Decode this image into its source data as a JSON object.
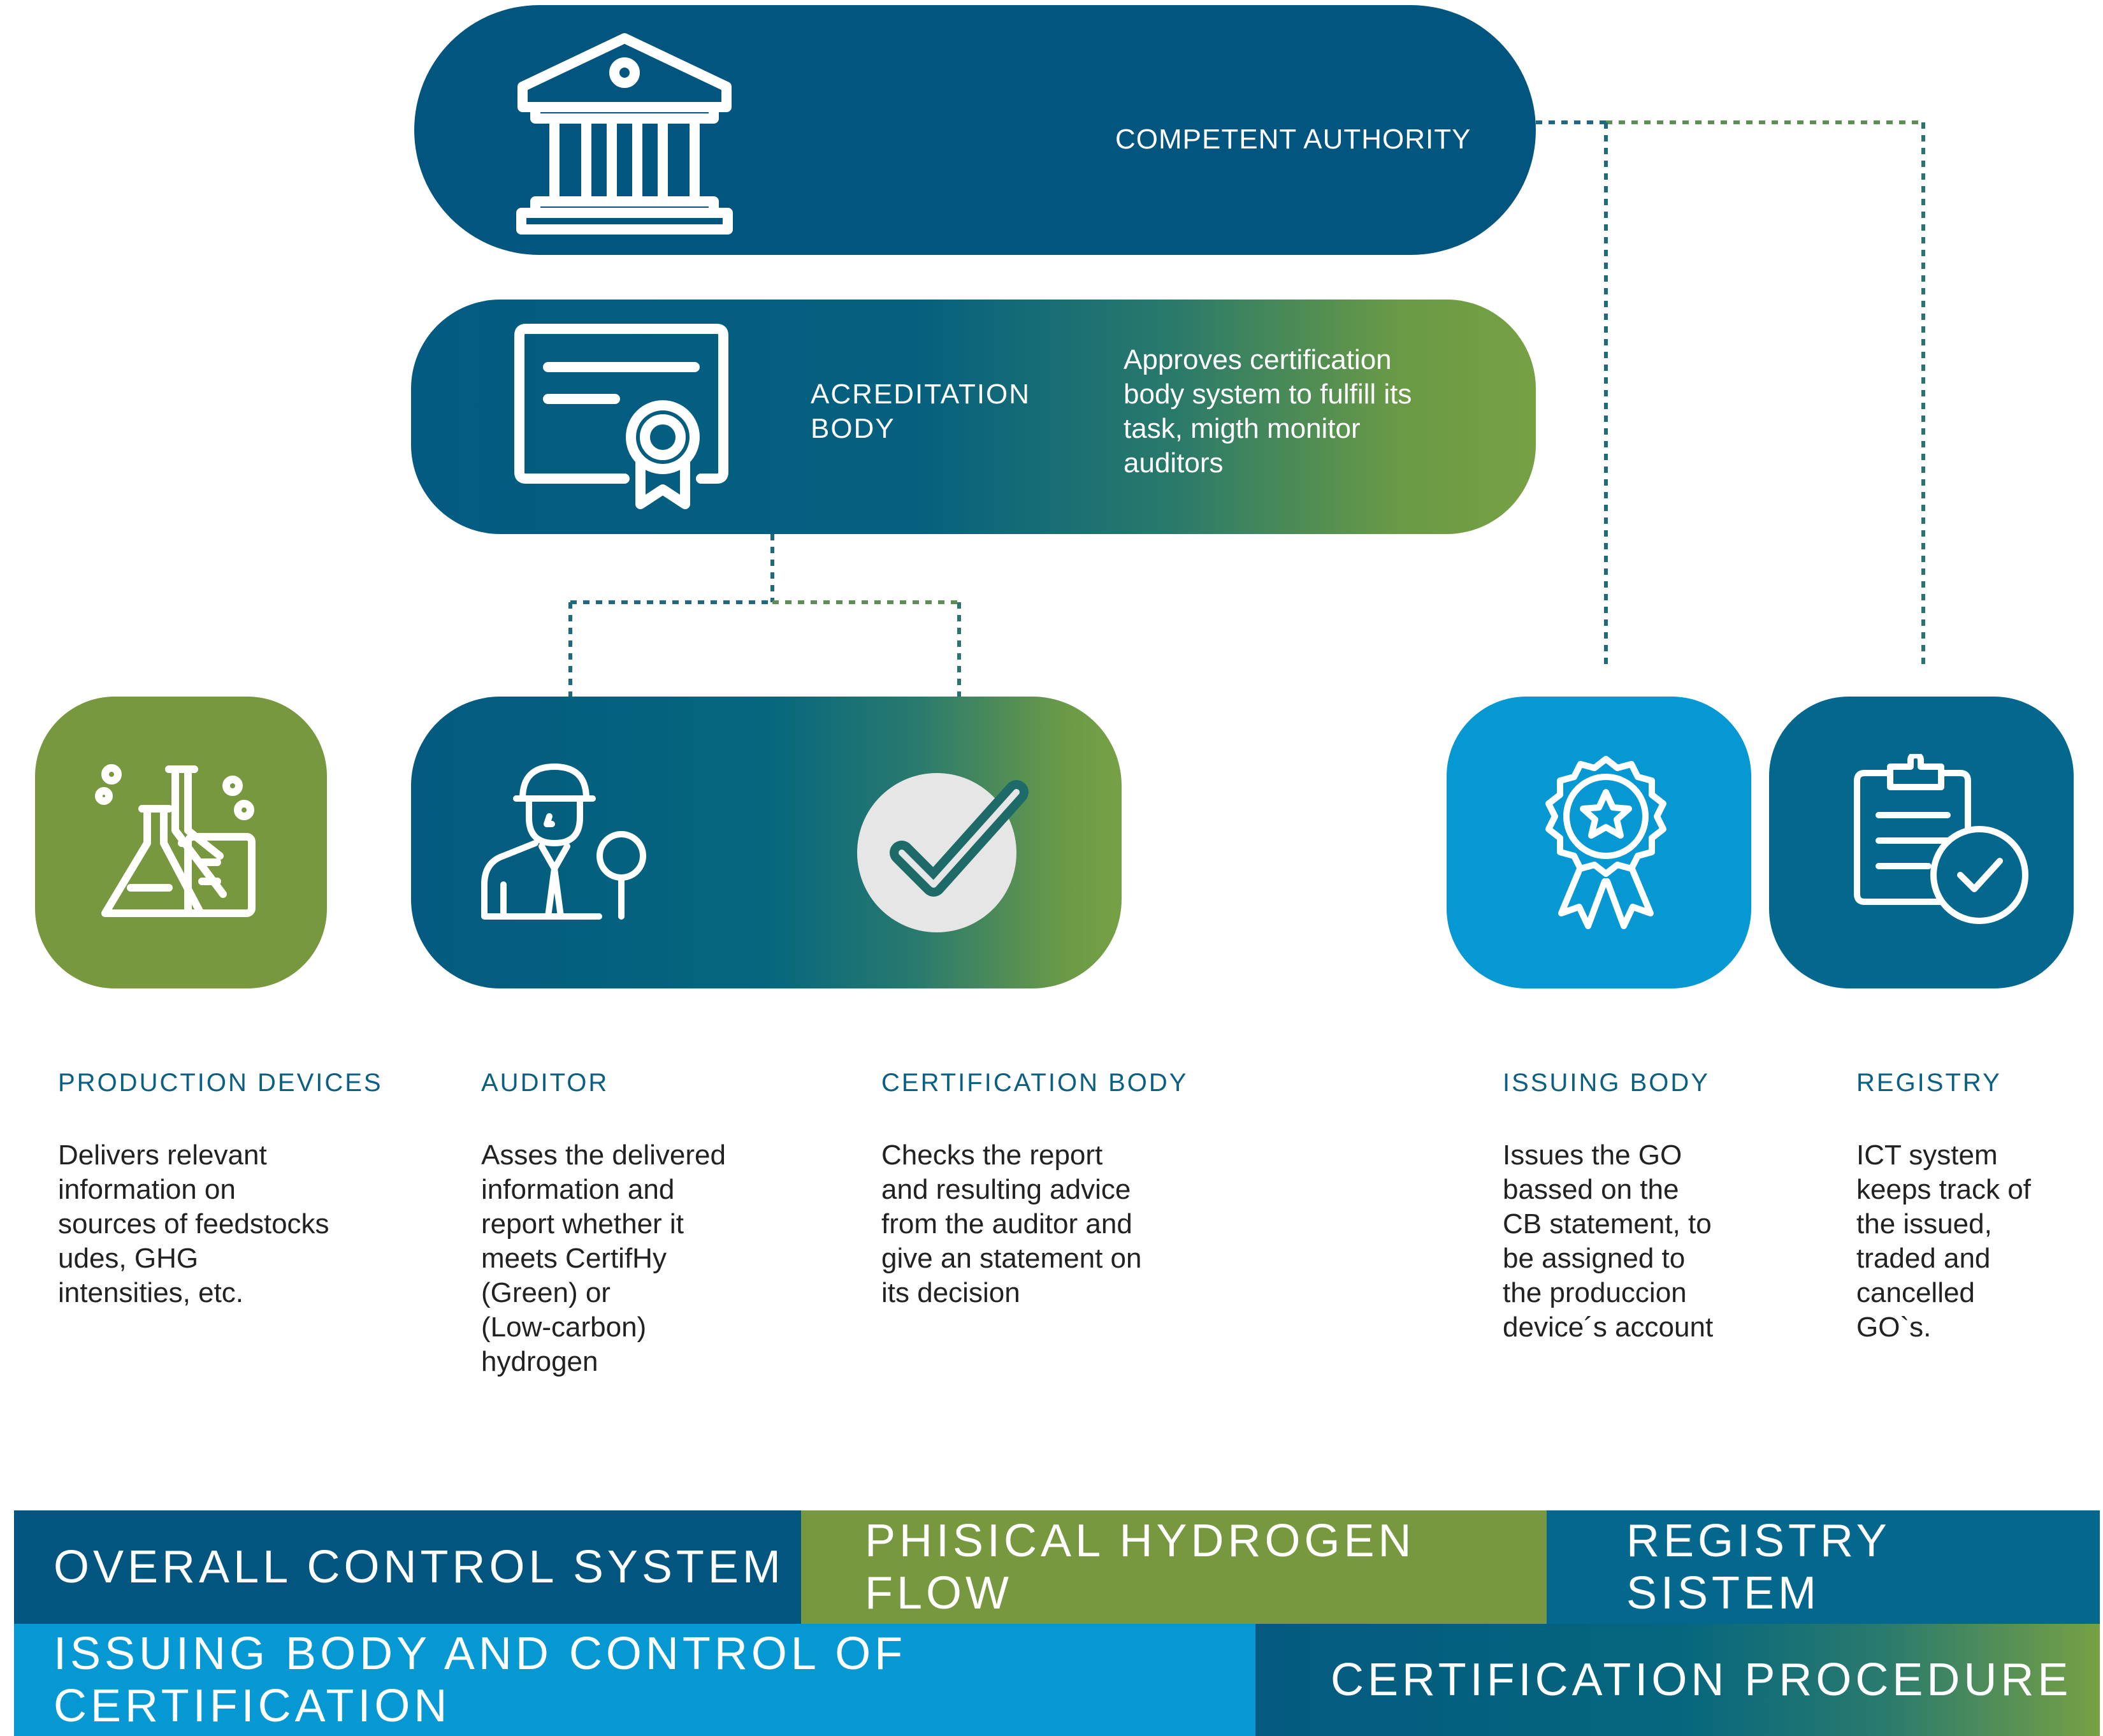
{
  "authority": {
    "label": "COMPETENT AUTHORITY",
    "icon": "government-building-icon"
  },
  "acreditation": {
    "label_line1": "ACREDITATION",
    "label_line2": "BODY",
    "icon": "certificate-icon",
    "description": [
      "Approves certification",
      "body system to fulfill its",
      "task, migth monitor",
      "auditors"
    ]
  },
  "columns": {
    "production": {
      "title": "PRODUCTION DEVICES",
      "icon": "lab-flasks-icon",
      "lines": [
        "Delivers relevant",
        "information on",
        "sources of feedstocks",
        "udes, GHG",
        "intensities, etc."
      ]
    },
    "auditor": {
      "title": "AUDITOR",
      "icon": "auditor-magnifier-icon",
      "lines": [
        "Asses the delivered",
        "information and",
        "report whether it",
        "meets CertifHy",
        "(Green) or",
        "(Low-carbon)",
        "hydrogen"
      ]
    },
    "certification": {
      "title": "CERTIFICATION BODY",
      "icon": "checkmark-circle-icon",
      "lines": [
        "Checks the report",
        "and resulting advice",
        "from the auditor and",
        "give an statement on",
        "its decision"
      ]
    },
    "issuing": {
      "title": "ISSUING BODY",
      "icon": "award-medal-icon",
      "lines": [
        "Issues the GO",
        "bassed on the",
        "CB statement, to",
        "be assigned to",
        "the produccion",
        "device´s account"
      ]
    },
    "registry": {
      "title": "REGISTRY",
      "icon": "clipboard-check-icon",
      "lines": [
        "ICT system",
        "keeps track of",
        "the issued,",
        "traded and",
        "cancelled",
        "GO`s."
      ]
    }
  },
  "legend": {
    "overall": "OVERALL CONTROL SYSTEM",
    "physical": "PHISICAL HYDROGEN FLOW",
    "registry": "REGISTRY SISTEM",
    "issuing": "ISSUING BODY AND CONTROL OF CERTIFICATION",
    "procedure": "CERTIFICATION PROCEDURE"
  },
  "colors": {
    "dark_blue": "#02557e",
    "green": "#77983f",
    "light_blue": "#0598d3",
    "teal": "#04688e",
    "title_blue": "#0a5f83"
  }
}
